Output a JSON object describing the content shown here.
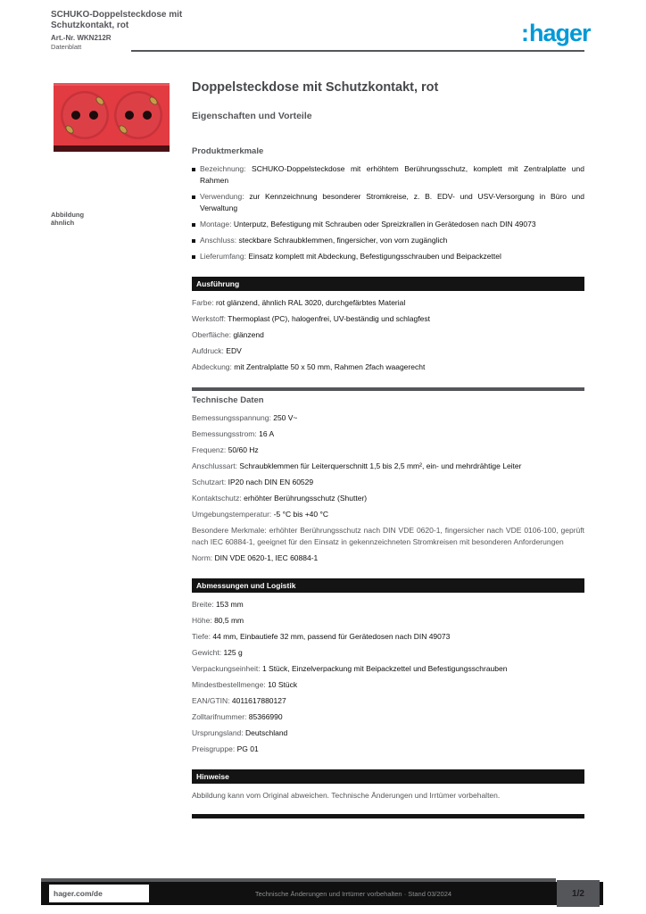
{
  "doc_header": {
    "title_line1": "SCHUKO-Doppelsteckdose mit",
    "title_line2": "Schutzkontakt, rot",
    "reference": "Art.-Nr. WKN212R",
    "subline": "Datenblatt"
  },
  "logo": {
    "colon": ":",
    "text": "hager",
    "color": "#0099D8"
  },
  "product": {
    "title": "Doppelsteckdose mit Schutzkontakt, rot",
    "subtitle": "Eigenschaften und Vorteile",
    "image_caption_line1": "Abbildung",
    "image_caption_line2": "ähnlich",
    "image_colors": {
      "plate_red": "#E23B41",
      "recess_red": "#D6343B",
      "hole_dark": "#1D0B0D",
      "clip_gold": "#C89B4B",
      "shadow": "#4A1013"
    }
  },
  "sections": [
    {
      "title": "Produktmerkmale",
      "style": "bullets",
      "rows": [
        {
          "label": "Bezeichnung:",
          "value": "SCHUKO-Doppelsteckdose mit erhöhtem Berührungsschutz, komplett mit Zentralplatte und Rahmen"
        },
        {
          "label": "Verwendung:",
          "value": "zur Kennzeichnung besonderer Stromkreise, z. B. EDV- und USV-Versorgung in Büro und Verwaltung"
        },
        {
          "label": "Montage:",
          "value": "Unterputz, Befestigung mit Schrauben oder Spreizkrallen in Gerätedosen nach DIN 49073"
        },
        {
          "label": "Anschluss:",
          "value": "steckbare Schraubklemmen, fingersicher, von vorn zugänglich"
        },
        {
          "label": "Lieferumfang:",
          "value": "Einsatz komplett mit Abdeckung, Befestigungsschrauben und Beipackzettel"
        }
      ]
    },
    {
      "title": "Ausführung",
      "style": "dark",
      "rows": [
        {
          "label": "Farbe:",
          "value": "rot glänzend, ähnlich RAL 3020, durchgefärbtes Material"
        },
        {
          "label": "Werkstoff:",
          "value": "Thermoplast (PC), halogenfrei, UV-beständig und schlagfest"
        },
        {
          "label": "Oberfläche:",
          "value": "glänzend"
        },
        {
          "label": "Aufdruck:",
          "value": "EDV"
        },
        {
          "label": "Abdeckung:",
          "value": "mit Zentralplatte 50 x 50 mm, Rahmen 2fach waagerecht"
        }
      ]
    },
    {
      "title": "Technische Daten",
      "style": "hdr-rule",
      "rows": [
        {
          "label": "Bemessungsspannung:",
          "value": "250 V~"
        },
        {
          "label": "Bemessungsstrom:",
          "value": "16 A"
        },
        {
          "label": "Frequenz:",
          "value": "50/60 Hz"
        },
        {
          "label": "Anschlussart:",
          "value": "Schraubklemmen für Leiterquerschnitt 1,5 bis 2,5 mm², ein- und mehrdrähtige Leiter"
        },
        {
          "label": "Schutzart:",
          "value": "IP20 nach DIN EN 60529"
        },
        {
          "label": "Kontaktschutz:",
          "value": "erhöhter Berührungsschutz (Shutter)"
        },
        {
          "label": "Umgebungstemperatur:",
          "value": "-5 °C bis +40 °C"
        },
        {
          "label": "Besondere Merkmale:",
          "value": "erhöhter Berührungsschutz nach DIN VDE 0620-1, fingersicher nach VDE 0106-100, geprüft nach IEC 60884-1, geeignet für den Einsatz in gekennzeichneten Stromkreisen mit besonderen Anforderungen",
          "para": true
        },
        {
          "label": "Norm:",
          "value": "DIN VDE 0620-1, IEC 60884-1"
        }
      ]
    },
    {
      "title": "Abmessungen und Logistik",
      "style": "dark",
      "rows": [
        {
          "label": "Breite:",
          "value": "153 mm"
        },
        {
          "label": "Höhe:",
          "value": "80,5 mm"
        },
        {
          "label": "Tiefe:",
          "value": "44 mm, Einbautiefe 32 mm, passend für Gerätedosen nach DIN 49073"
        },
        {
          "label": "Gewicht:",
          "value": "125 g"
        },
        {
          "label": "Verpackungseinheit:",
          "value": "1 Stück, Einzelverpackung mit Beipackzettel und Befestigungsschrauben"
        },
        {
          "label": "Mindestbestellmenge:",
          "value": "10 Stück"
        },
        {
          "label": "EAN/GTIN:",
          "value": "4011617880127"
        },
        {
          "label": "Zolltarifnummer:",
          "value": "85366990"
        },
        {
          "label": "Ursprungsland:",
          "value": "Deutschland"
        },
        {
          "label": "Preisgruppe:",
          "value": "PG 01"
        }
      ]
    },
    {
      "title": "Hinweise",
      "style": "dark",
      "rule_after": true,
      "rows": [
        {
          "label": "",
          "value": "Abbildung kann vom Original abweichen. Technische Änderungen und Irrtümer vorbehalten.",
          "para": true
        }
      ]
    }
  ],
  "footer": {
    "site": "hager.com/de",
    "center": "Technische Änderungen und Irrtümer vorbehalten · Stand 03/2024",
    "page": "1/2"
  }
}
